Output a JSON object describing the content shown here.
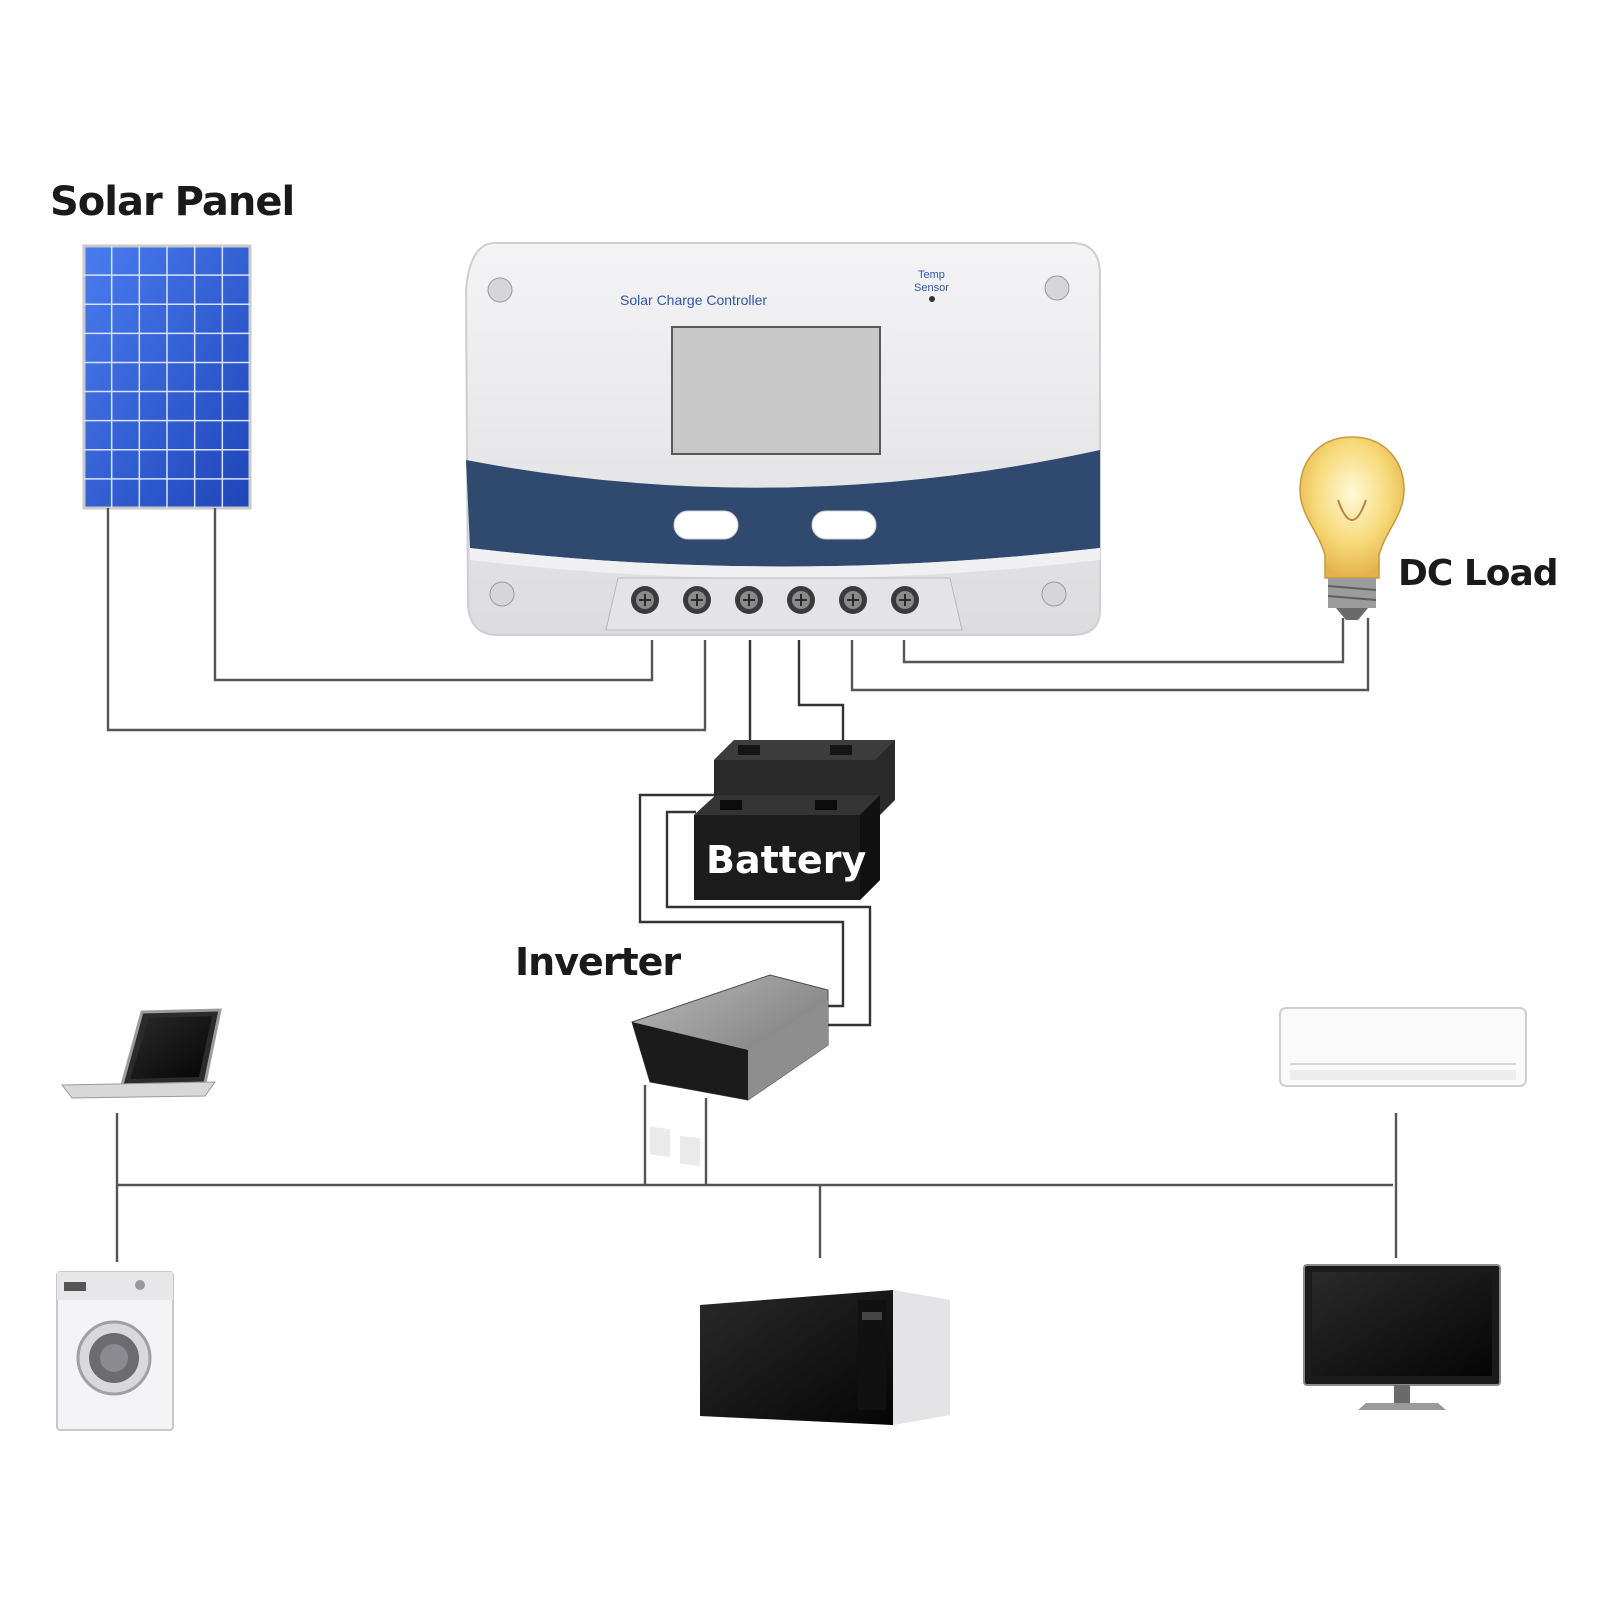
{
  "labels": {
    "solar_panel": "Solar Panel",
    "dc_load": "DC Load",
    "battery": "Battery",
    "inverter": "Inverter"
  },
  "controller": {
    "brand_text": "Solar Charge Controller",
    "temp_sensor_line1": "Temp",
    "temp_sensor_line2": "Sensor",
    "terminal_count": 6
  },
  "appliances": [
    "laptop-icon",
    "air-conditioner-icon",
    "washing-machine-icon",
    "microwave-icon",
    "monitor-icon",
    "light-bulb-icon"
  ],
  "colors": {
    "panel_blue": "#2a5bd7",
    "controller_band": "#2f4a6e",
    "controller_body": "#ececee",
    "lcd_screen": "#c9c9c9",
    "wire": "#555555"
  }
}
